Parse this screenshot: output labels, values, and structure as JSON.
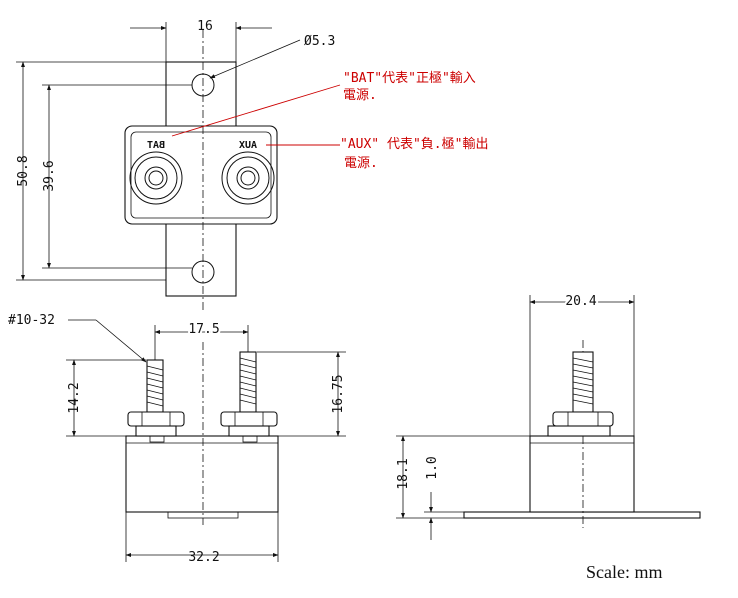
{
  "dimensions": {
    "width_16": "16",
    "hole_dia": "Ø5.3",
    "height_50_8": "50.8",
    "height_39_6": "39.6",
    "stud_thread": "#10-32",
    "stud_spacing": "17.5",
    "stud_14_2": "14.2",
    "stud_16_75": "16.75",
    "body_width": "32.2",
    "side_width": "20.4",
    "side_height": "18.1",
    "flange_thk": "1.0"
  },
  "labels": {
    "bat_terminal": "BAT",
    "aux_terminal": "AUX"
  },
  "notes": {
    "bat_line1": "\"BAT\"代表\"正極\"輸入",
    "bat_line2": "電源.",
    "aux_line1": "\"AUX\" 代表\"負.極\"輸出",
    "aux_line2": "電源."
  },
  "scale_note": "Scale: mm",
  "colors": {
    "line": "#111111",
    "annotation": "#cc0000",
    "background": "#ffffff"
  }
}
